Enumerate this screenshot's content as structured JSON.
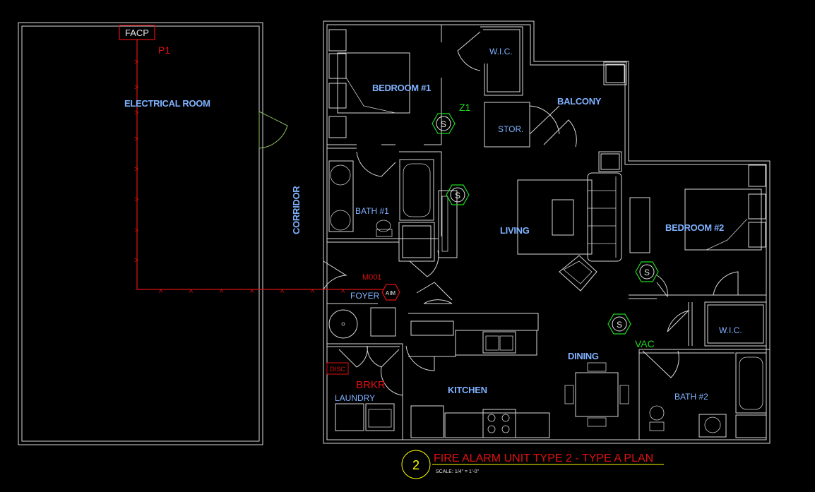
{
  "rooms": {
    "electrical_room": "ELECTRICAL ROOM",
    "corridor": "CORRIDOR",
    "bedroom1": "BEDROOM #1",
    "wic1": "W.I.C.",
    "balcony": "BALCONY",
    "stor": "STOR.",
    "bath1": "BATH #1",
    "living": "LIVING",
    "bedroom2": "BEDROOM #2",
    "foyer": "FOYER",
    "wic2": "W.I.C.",
    "dining": "DINING",
    "kitchen": "KITCHEN",
    "laundry": "LAUNDRY",
    "bath2": "BATH #2"
  },
  "devices": {
    "facp": "FACP",
    "p1": "P1",
    "z1": "Z1",
    "smoke": "S",
    "m001": "M001",
    "aim": "AIM",
    "disc": "DISC",
    "brkr": "BRKR",
    "vac": "VAC",
    "wire_tick": ">",
    "wire_tick_h": "^"
  },
  "title_block": {
    "number": "2",
    "title": "FIRE ALARM UNIT TYPE 2 - TYPE A PLAN",
    "scale": "SCALE: 1/4\" = 1'-0\""
  },
  "colors": {
    "background": "#000000",
    "walls": "#d8d8d8",
    "room_text": "#7fb2ff",
    "alarm_red": "#e01010",
    "device_green": "#1ed81e",
    "title_yellow": "#ffff00"
  }
}
